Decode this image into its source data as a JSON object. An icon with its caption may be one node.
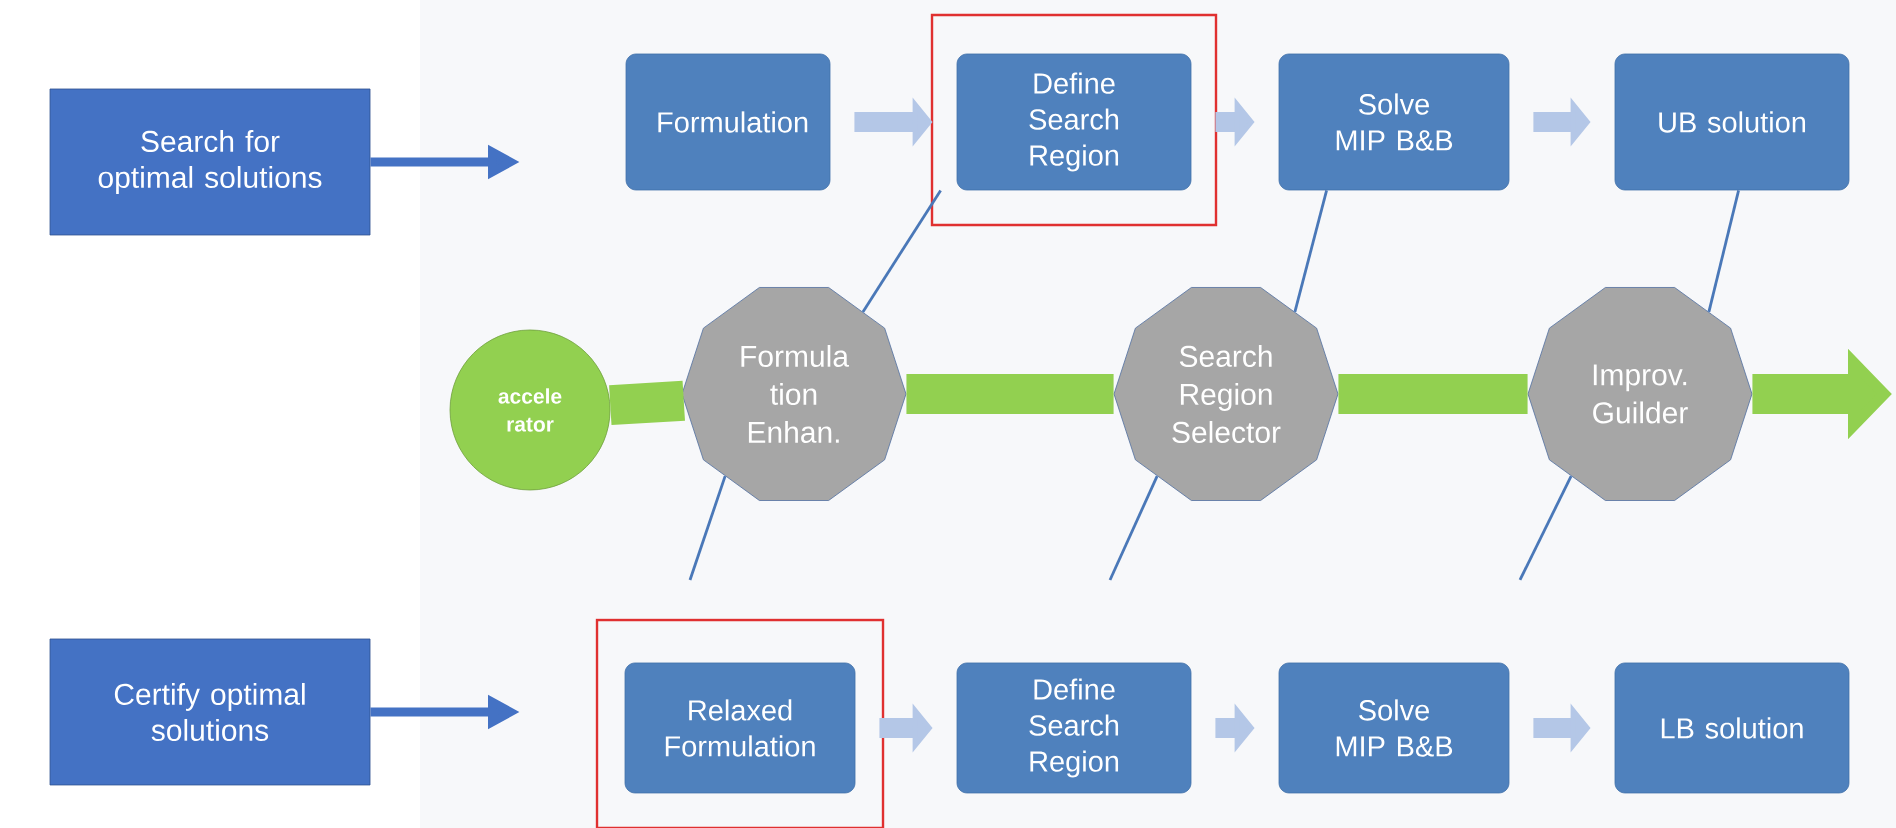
{
  "diagram": {
    "nodes": [
      {
        "text": [
          "Search for optimal solutions"
        ]
      },
      {
        "text": [
          "Formulation"
        ]
      },
      {
        "text": [],
        "shape": "box"
      },
      {
        "text": [
          "Define Search Region"
        ],
        "in": 2
      },
      {
        "text": [
          "Solve MIP B&B"
        ]
      },
      {
        "text": [
          "UB solution"
        ]
      },
      {
        "text": [
          "accele rator"
        ]
      },
      {
        "text": [
          "Formula tion Enhan."
        ]
      },
      {
        "text": [
          "Search Region Selector"
        ]
      },
      {
        "text": [
          "Improv. Guilder"
        ]
      },
      {
        "text": [
          "Certify optimal solutions"
        ]
      },
      {
        "text": [],
        "shape": "box"
      },
      {
        "text": [
          "Relaxed Formulation"
        ],
        "in": 11
      },
      {
        "text": [
          "Define Search Region"
        ]
      },
      {
        "text": [
          "Solve MIP B&B"
        ]
      },
      {
        "text": [
          "LB solution"
        ]
      }
    ],
    "edges": [
      {
        "from": 0,
        "to": null,
        "arrow": "to",
        "color": "#4472c4"
      },
      {
        "from": 1,
        "to": 3,
        "arrow": "to"
      },
      {
        "from": 3,
        "to": 4,
        "arrow": "to"
      },
      {
        "from": 4,
        "to": 5,
        "arrow": "to"
      },
      {
        "from": 6,
        "to": 7,
        "arrow": "none",
        "style": "thick",
        "color": "#92d050"
      },
      {
        "from": 7,
        "to": 8,
        "arrow": "none",
        "style": "thick",
        "color": "#92d050"
      },
      {
        "from": 8,
        "to": 9,
        "arrow": "none",
        "style": "thick",
        "color": "#92d050"
      },
      {
        "from": 9,
        "to": null,
        "arrow": "to",
        "style": "thick",
        "color": "#92d050"
      },
      {
        "from": 7,
        "to": 3,
        "arrow": "none",
        "color": "#4a78b8"
      },
      {
        "from": 8,
        "to": 4,
        "arrow": "none",
        "color": "#4a78b8"
      },
      {
        "from": 9,
        "to": 5,
        "arrow": "none",
        "color": "#4a78b8"
      },
      {
        "from": 7,
        "to": null,
        "arrow": "none",
        "color": "#4a78b8"
      },
      {
        "from": 8,
        "to": null,
        "arrow": "none",
        "color": "#4a78b8"
      },
      {
        "from": 9,
        "to": null,
        "arrow": "none",
        "color": "#4a78b8"
      },
      {
        "from": 10,
        "to": null,
        "arrow": "to",
        "color": "#4472c4"
      },
      {
        "from": 12,
        "to": 13,
        "arrow": "to"
      },
      {
        "from": 13,
        "to": 14,
        "arrow": "to"
      },
      {
        "from": 14,
        "to": 15,
        "arrow": "to"
      }
    ]
  }
}
